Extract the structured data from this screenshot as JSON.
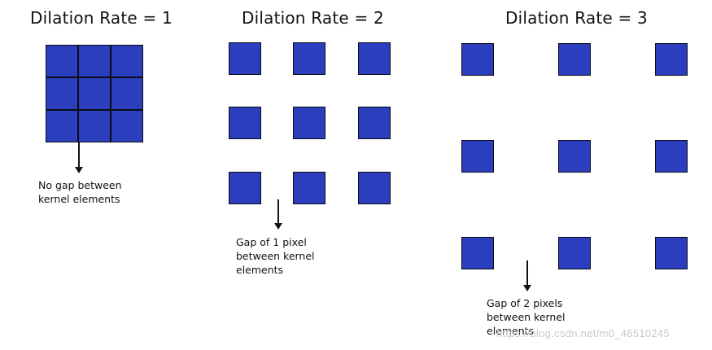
{
  "titles": {
    "rate1": "Dilation Rate = 1",
    "rate2": "Dilation Rate = 2",
    "rate3": "Dilation Rate = 3"
  },
  "notes": {
    "rate1": "No gap between\nkernel elements",
    "rate2": "Gap of 1 pixel\nbetween kernel\nelements",
    "rate3": "Gap of 2 pixels\nbetween kernel\nelements"
  },
  "colors": {
    "kernel": "#2b3ebd",
    "border": "#0b0b14"
  },
  "watermark": "https://blog.csdn.net/m0_46510245"
}
